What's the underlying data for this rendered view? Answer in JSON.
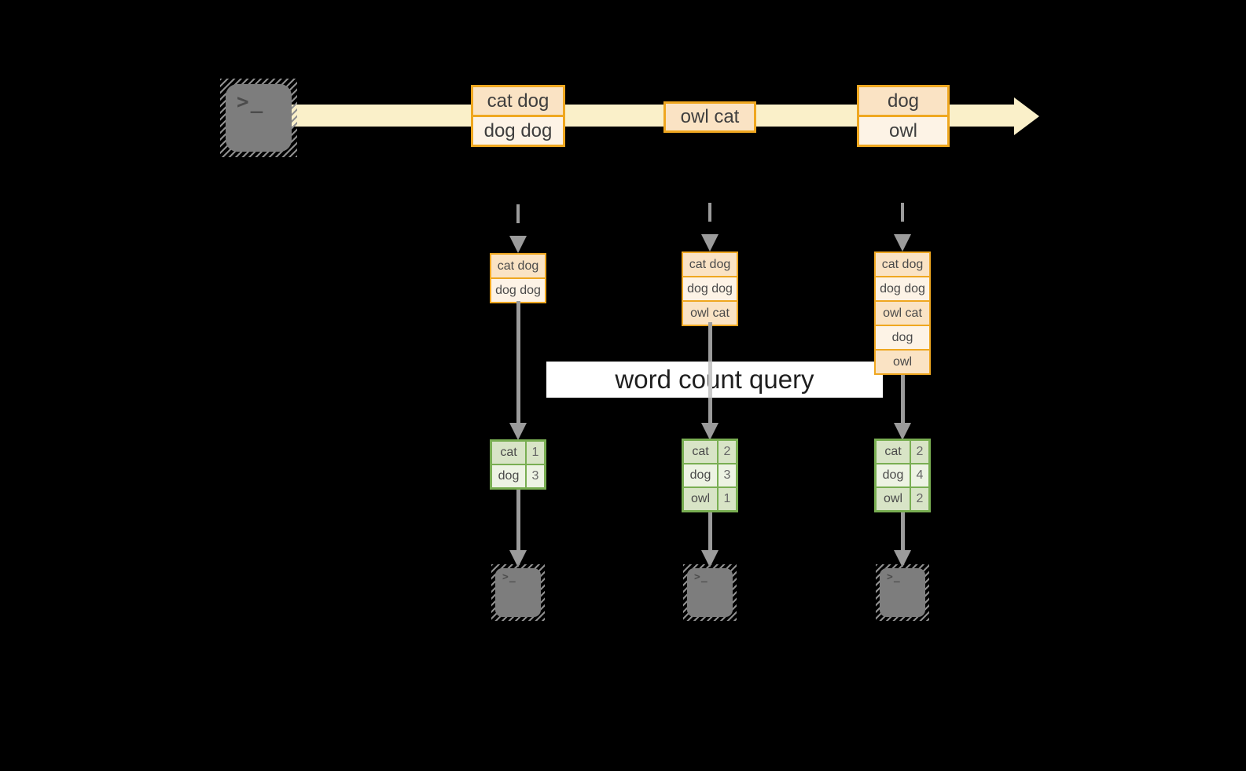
{
  "diagram": {
    "query_label": "word count query",
    "prompt_glyph": ">_",
    "stream": {
      "batches": [
        {
          "rows": [
            "cat dog",
            "dog dog"
          ]
        },
        {
          "rows": [
            "owl cat"
          ]
        },
        {
          "rows": [
            "dog",
            "owl"
          ]
        }
      ]
    },
    "columns": [
      {
        "inputs": [
          "cat dog",
          "dog dog"
        ],
        "counts": [
          {
            "word": "cat",
            "count": "1"
          },
          {
            "word": "dog",
            "count": "3"
          }
        ]
      },
      {
        "inputs": [
          "cat dog",
          "dog dog",
          "owl cat"
        ],
        "counts": [
          {
            "word": "cat",
            "count": "2"
          },
          {
            "word": "dog",
            "count": "3"
          },
          {
            "word": "owl",
            "count": "1"
          }
        ]
      },
      {
        "inputs": [
          "cat dog",
          "dog dog",
          "owl cat",
          "dog",
          "owl"
        ],
        "counts": [
          {
            "word": "cat",
            "count": "2"
          },
          {
            "word": "dog",
            "count": "4"
          },
          {
            "word": "owl",
            "count": "2"
          }
        ]
      }
    ],
    "colors": {
      "background": "#000000",
      "stream_arrow": "#FAF0C9",
      "box_border": "#EFA720",
      "box_fill_dark": "#FAE3C4",
      "box_fill_light": "#FDF3E6",
      "table_border": "#79AE52",
      "table_fill_dark": "#D8E4C6",
      "table_fill_light": "#EDF3E3",
      "arrow_gray": "#999999",
      "terminal_gray": "#7D7D7D",
      "label_bg": "#FFFFFF"
    }
  }
}
